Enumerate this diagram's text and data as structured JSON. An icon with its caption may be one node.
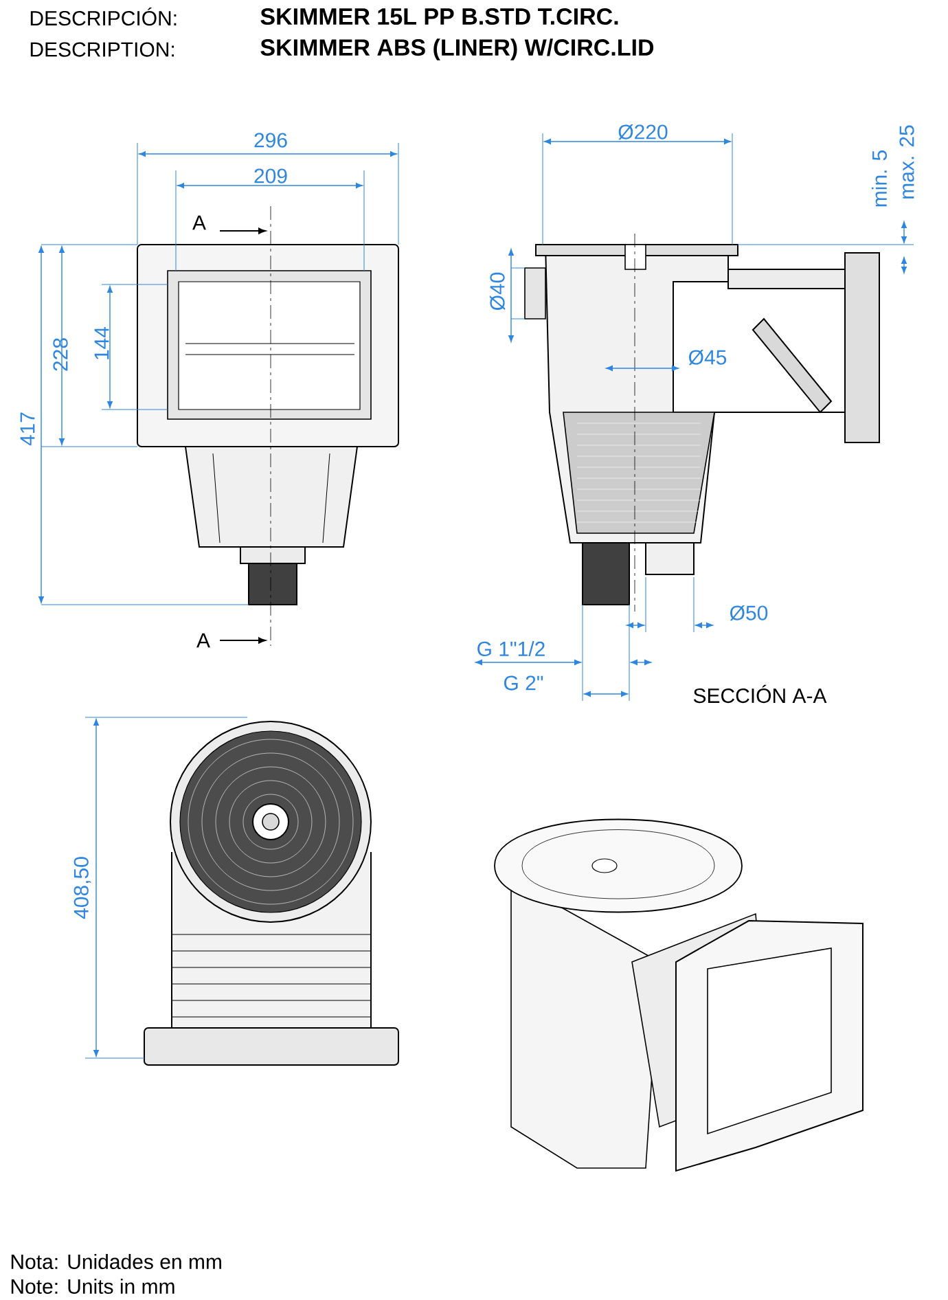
{
  "diagram": {
    "labels": [
      "DESCRIPCIÓN:",
      "SKIMMER 15L PP B.STD T.CIRC.",
      "DESCRIPTION:",
      "SKIMMER ABS (LINER) W/CIRC.LID",
      "296",
      "Ø220",
      "209",
      "min. 5",
      "max. 25",
      "A",
      "Ø40",
      "228",
      "144",
      "417",
      "Ø45",
      "A",
      "Ø50",
      "G 1\"1/2",
      "G 2\"",
      "SECCIÓN A-A",
      "408,50",
      "Nota: Unidades en mm",
      "Note: Units in mm"
    ]
  }
}
